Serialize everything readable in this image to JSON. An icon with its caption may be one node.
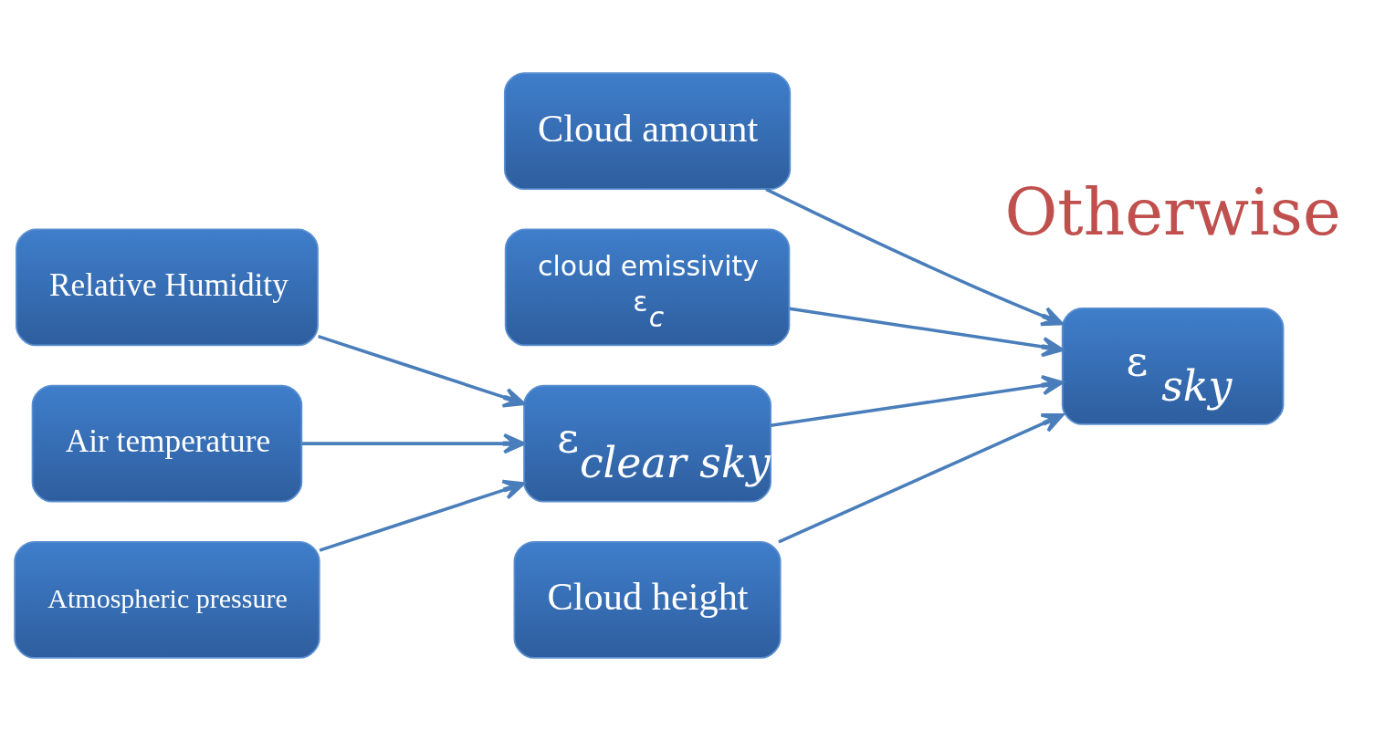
{
  "diagram": {
    "nodes": [
      {
        "text": [
          "Cloud amount"
        ]
      },
      {
        "text": [
          "Relative Humidity"
        ]
      },
      {
        "text": [
          "cloud emissivity",
          "ε$_{c}$"
        ]
      },
      {
        "text": [
          "Air temperature"
        ]
      },
      {
        "text": [
          "ε$_{clear sky}$"
        ]
      },
      {
        "text": [
          "ε $_{sky}$"
        ]
      },
      {
        "text": [
          "Atmospheric pressure"
        ]
      },
      {
        "text": [
          "Cloud height"
        ]
      }
    ],
    "edges": [
      {
        "from": 1,
        "to": 4,
        "arrow": "to"
      },
      {
        "from": 3,
        "to": 4,
        "arrow": "to"
      },
      {
        "from": 6,
        "to": 4,
        "arrow": "to"
      },
      {
        "from": 0,
        "to": 5,
        "arrow": "to"
      },
      {
        "from": 2,
        "to": 5,
        "arrow": "to"
      },
      {
        "from": 4,
        "to": 5,
        "arrow": "to"
      },
      {
        "from": 7,
        "to": 5,
        "arrow": "to"
      }
    ],
    "labels": [
      "Otherwise"
    ]
  }
}
